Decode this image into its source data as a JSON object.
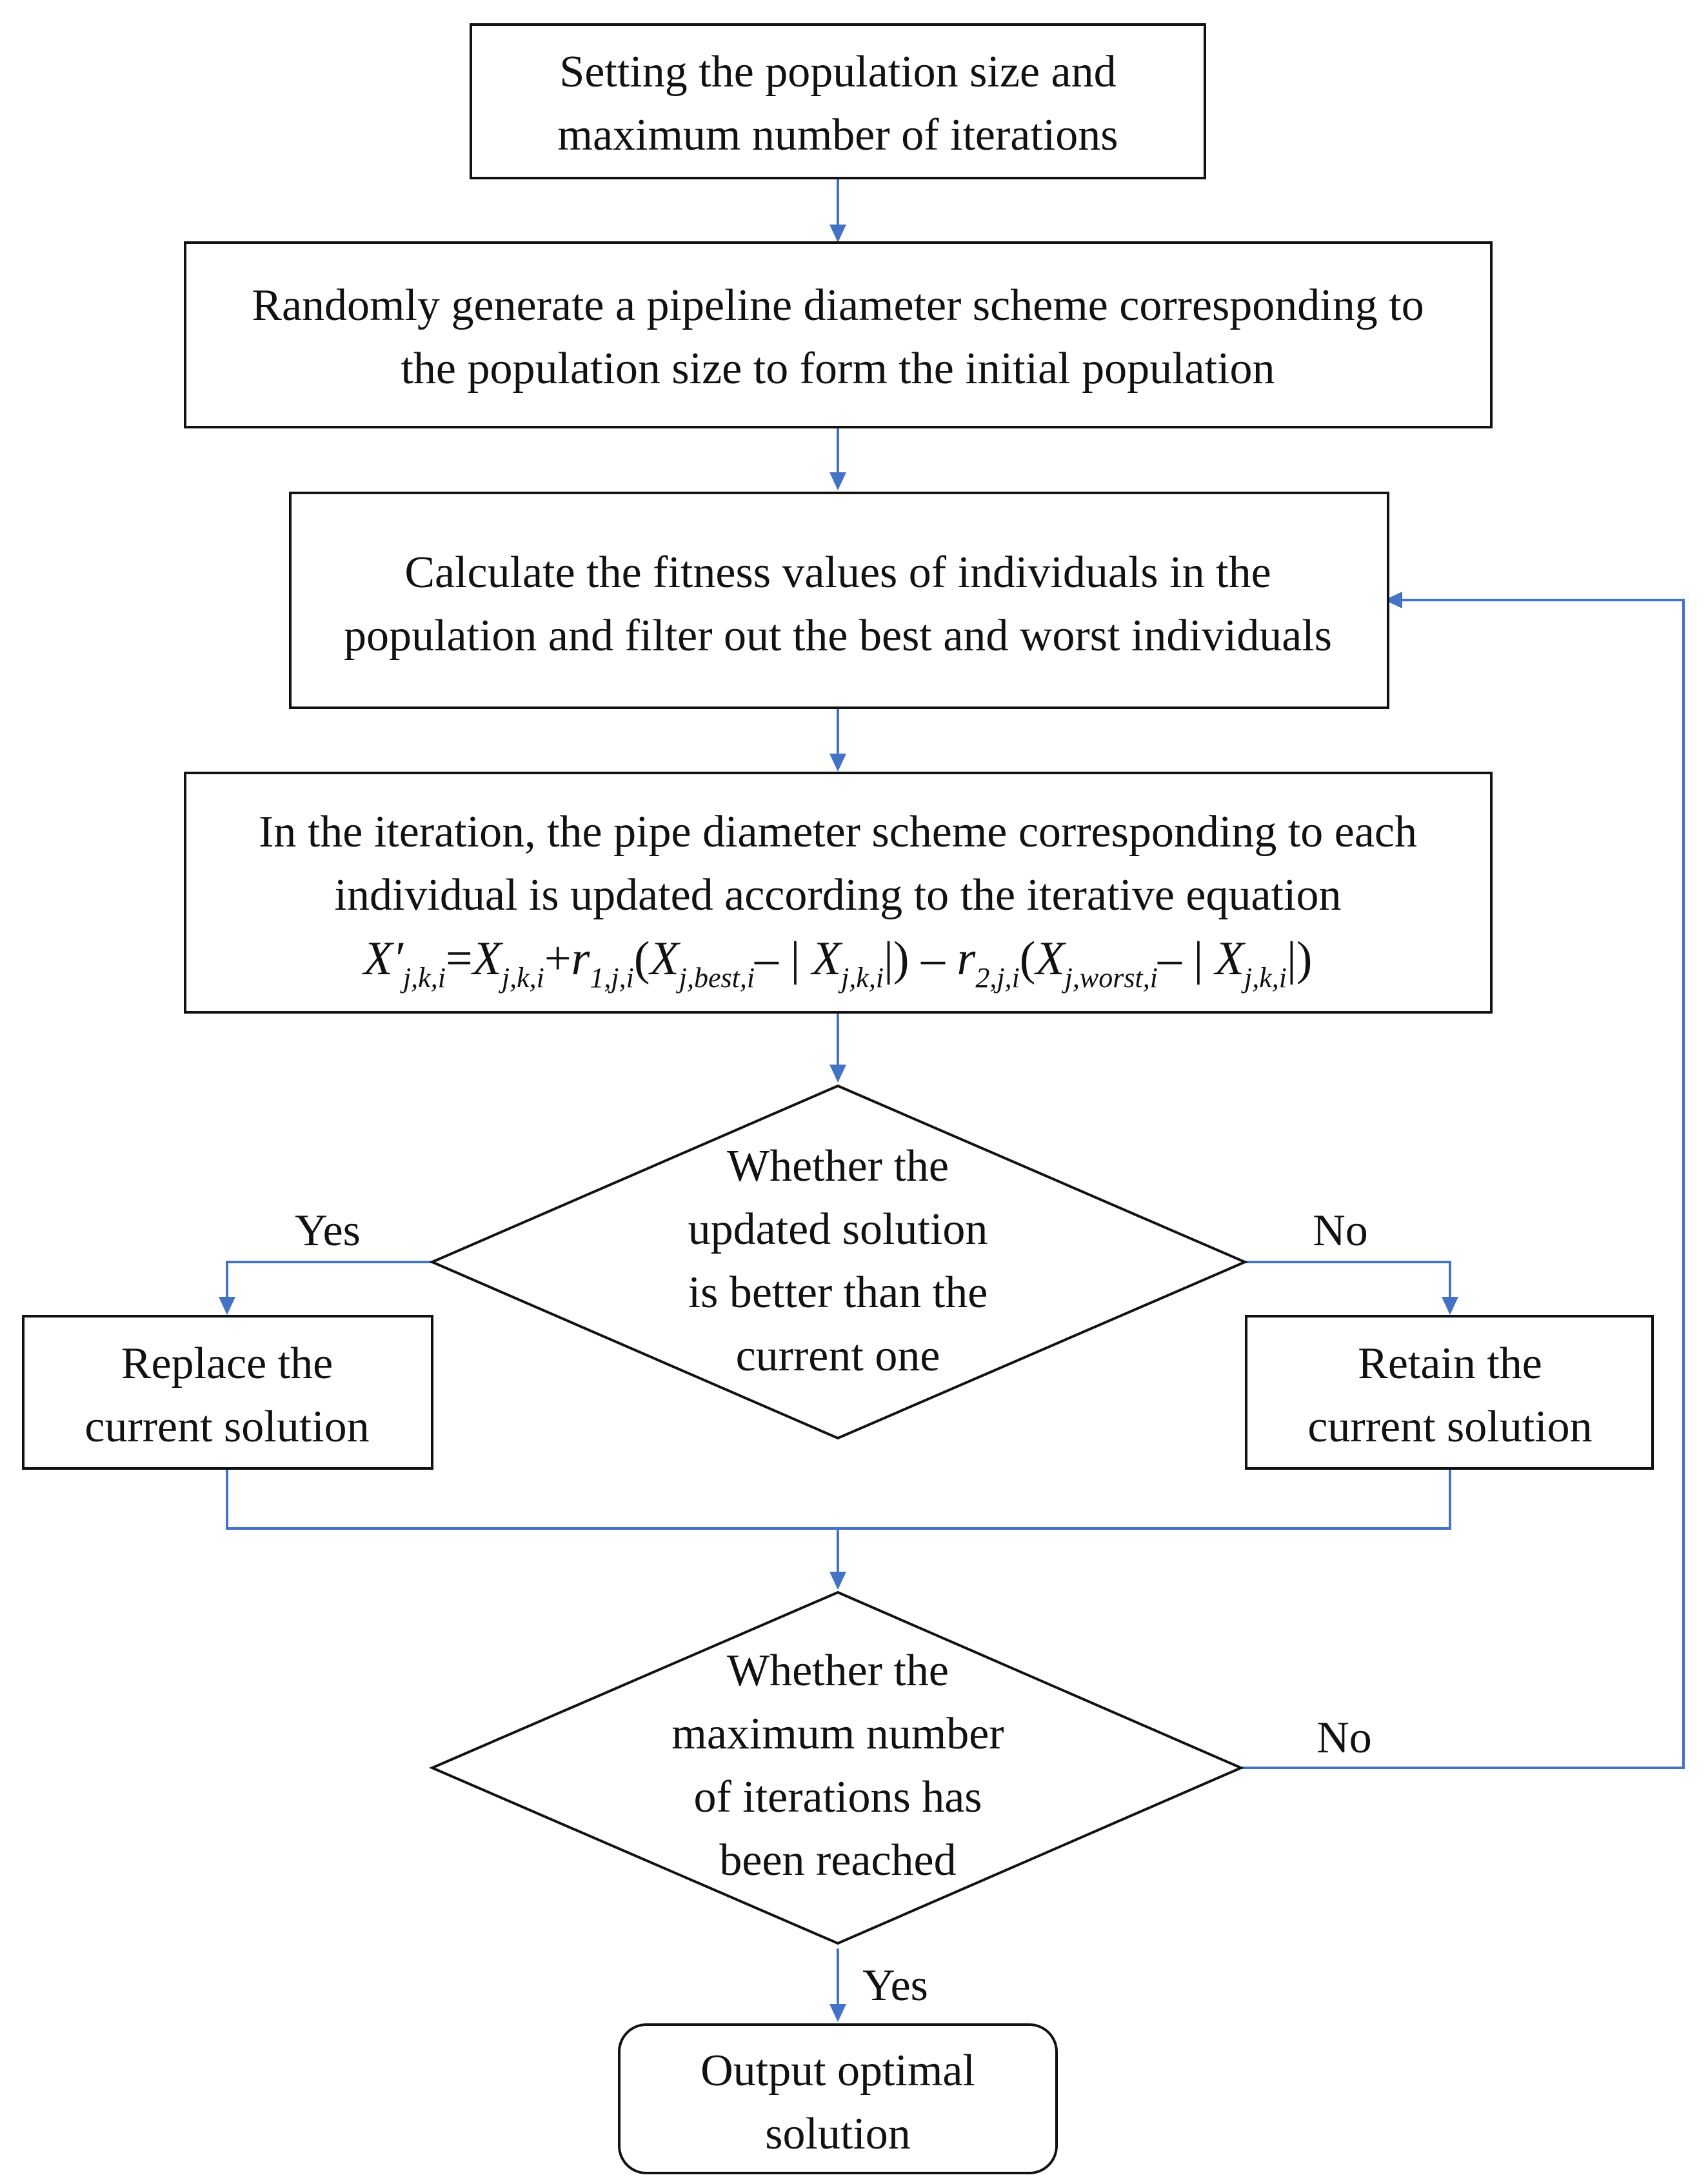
{
  "colors": {
    "connector": "#4472C4",
    "box_border": "#111111",
    "background": "#ffffff"
  },
  "steps": {
    "setup": [
      "Setting the population size and",
      "maximum number of iterations"
    ],
    "init": [
      "Randomly generate a pipeline diameter scheme corresponding to",
      "the population size to form the initial population"
    ],
    "fitness": [
      "Calculate the fitness values of individuals in the",
      "population and filter out the best and worst individuals"
    ],
    "update": [
      "In the iteration, the pipe diameter scheme corresponding to each",
      "individual is updated according to the iterative equation"
    ],
    "replace": [
      "Replace the",
      "current solution"
    ],
    "retain": [
      "Retain the",
      "current solution"
    ],
    "output": [
      "Output optimal",
      "solution"
    ]
  },
  "decisions": {
    "better": [
      "Whether the",
      "updated solution",
      "is better than the",
      "current one"
    ],
    "max_iter": [
      "Whether the",
      "maximum number",
      "of iterations has",
      "been reached"
    ]
  },
  "equation": {
    "lhs": "X′",
    "lhs_sub": "j,k,i",
    "eq": "=",
    "x": "X",
    "x_sub": "j,k,i",
    "plus": "+",
    "r1": "r",
    "r1_sub": "1,j,i",
    "open": "(",
    "xbest_sub": "j,best,i",
    "minus_abs": "– |",
    "close_abs": "|)",
    "minus": " – ",
    "r2": "r",
    "r2_sub": "2,j,i",
    "xworst_sub": "j,worst,i"
  },
  "edge_labels": {
    "better_yes": "Yes",
    "better_no": "No",
    "max_no": "No",
    "max_yes": "Yes"
  }
}
